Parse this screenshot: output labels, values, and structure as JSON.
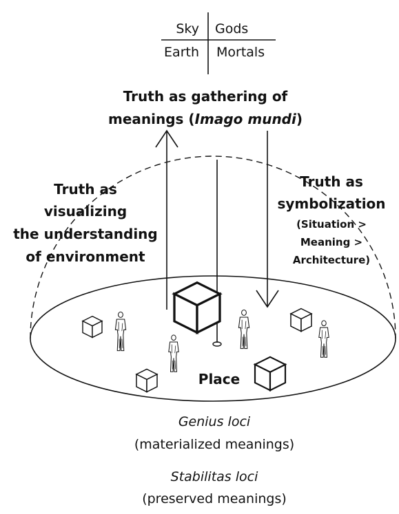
{
  "fourfold": {
    "top_left": "Sky",
    "top_right": "Gods",
    "bottom_left": "Earth",
    "bottom_right": "Mortals"
  },
  "truth_gathering": {
    "line1": "Truth as gathering of",
    "line2_prefix": "meanings (",
    "line2_italic": "Imago mundi",
    "line2_suffix": ")"
  },
  "truth_visualizing": {
    "line1": "Truth as",
    "line2": "visualizing",
    "line3": "the understanding",
    "line4": "of environment"
  },
  "truth_symbolization": {
    "line1": "Truth as",
    "line2": "symbolization",
    "line3": "(Situation >",
    "line4": "Meaning >",
    "line5": "Architecture)"
  },
  "place_label": "Place",
  "genius_loci": {
    "name": "Genius loci",
    "description": "(materialized meanings)"
  },
  "stabilitas_loci": {
    "name": "Stabilitas loci",
    "description": "(preserved meanings)"
  },
  "colors": {
    "ink": "#111111",
    "background": "#ffffff"
  }
}
